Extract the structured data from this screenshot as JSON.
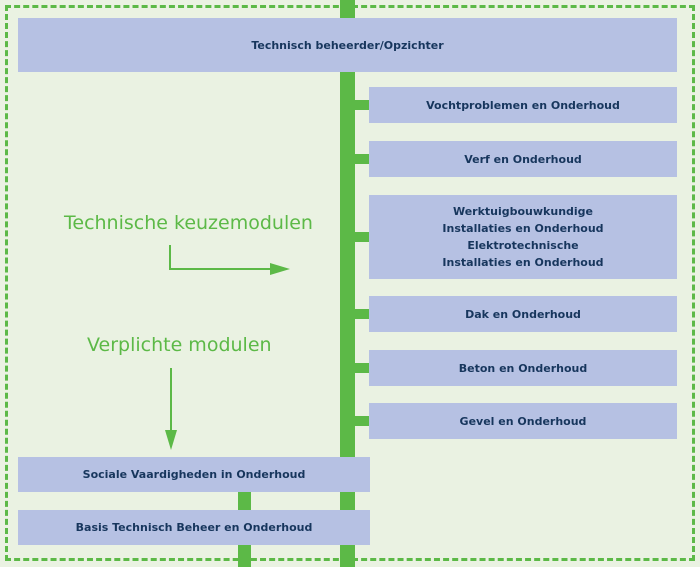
{
  "colors": {
    "background": "#eaf2e2",
    "accent_green": "#5cb947",
    "box_fill": "#b6c1e3",
    "box_text": "#17365d"
  },
  "top_box": {
    "label": "Technisch beheerder/Opzichter"
  },
  "elective_label": "Technische keuzemodulen",
  "mandatory_label": "Verplichte modulen",
  "elective_modules": [
    {
      "label": "Vochtproblemen en Onderhoud"
    },
    {
      "label": "Verf en Onderhoud"
    },
    {
      "label": "Werktuigbouwkundige\nInstallaties en Onderhoud\nElektrotechnische\nInstallaties en Onderhoud"
    },
    {
      "label": "Dak en Onderhoud"
    },
    {
      "label": "Beton en Onderhoud"
    },
    {
      "label": "Gevel en Onderhoud"
    }
  ],
  "mandatory_modules": [
    {
      "label": "Sociale Vaardigheden in Onderhoud"
    },
    {
      "label": "Basis Technisch Beheer en Onderhoud"
    }
  ]
}
